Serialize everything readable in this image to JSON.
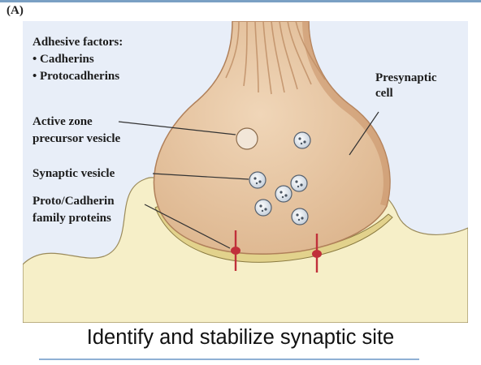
{
  "panel_letter": "(A)",
  "adhesive": {
    "title": "Adhesive factors:",
    "items": [
      "• Cadherins",
      "• Protocadherins"
    ]
  },
  "labels": {
    "presynaptic_line1": "Presynaptic",
    "presynaptic_line2": "cell",
    "active_zone_line1": "Active zone",
    "active_zone_line2": "precursor vesicle",
    "synaptic_vesicle": "Synaptic vesicle",
    "cadherin_line1": "Proto/Cadherin",
    "cadherin_line2": "family proteins"
  },
  "caption": "Identify and stabilize synaptic site",
  "colors": {
    "background_panel": "#e8eef8",
    "presynaptic_fill": "#e7c9a8",
    "presynaptic_stroke": "#b0805a",
    "postsynaptic_fill": "#f6efc8",
    "cleft_fill": "#e2d28c",
    "cadherin_red": "#c0303a",
    "vesicle_fill": "#e9eef4"
  }
}
